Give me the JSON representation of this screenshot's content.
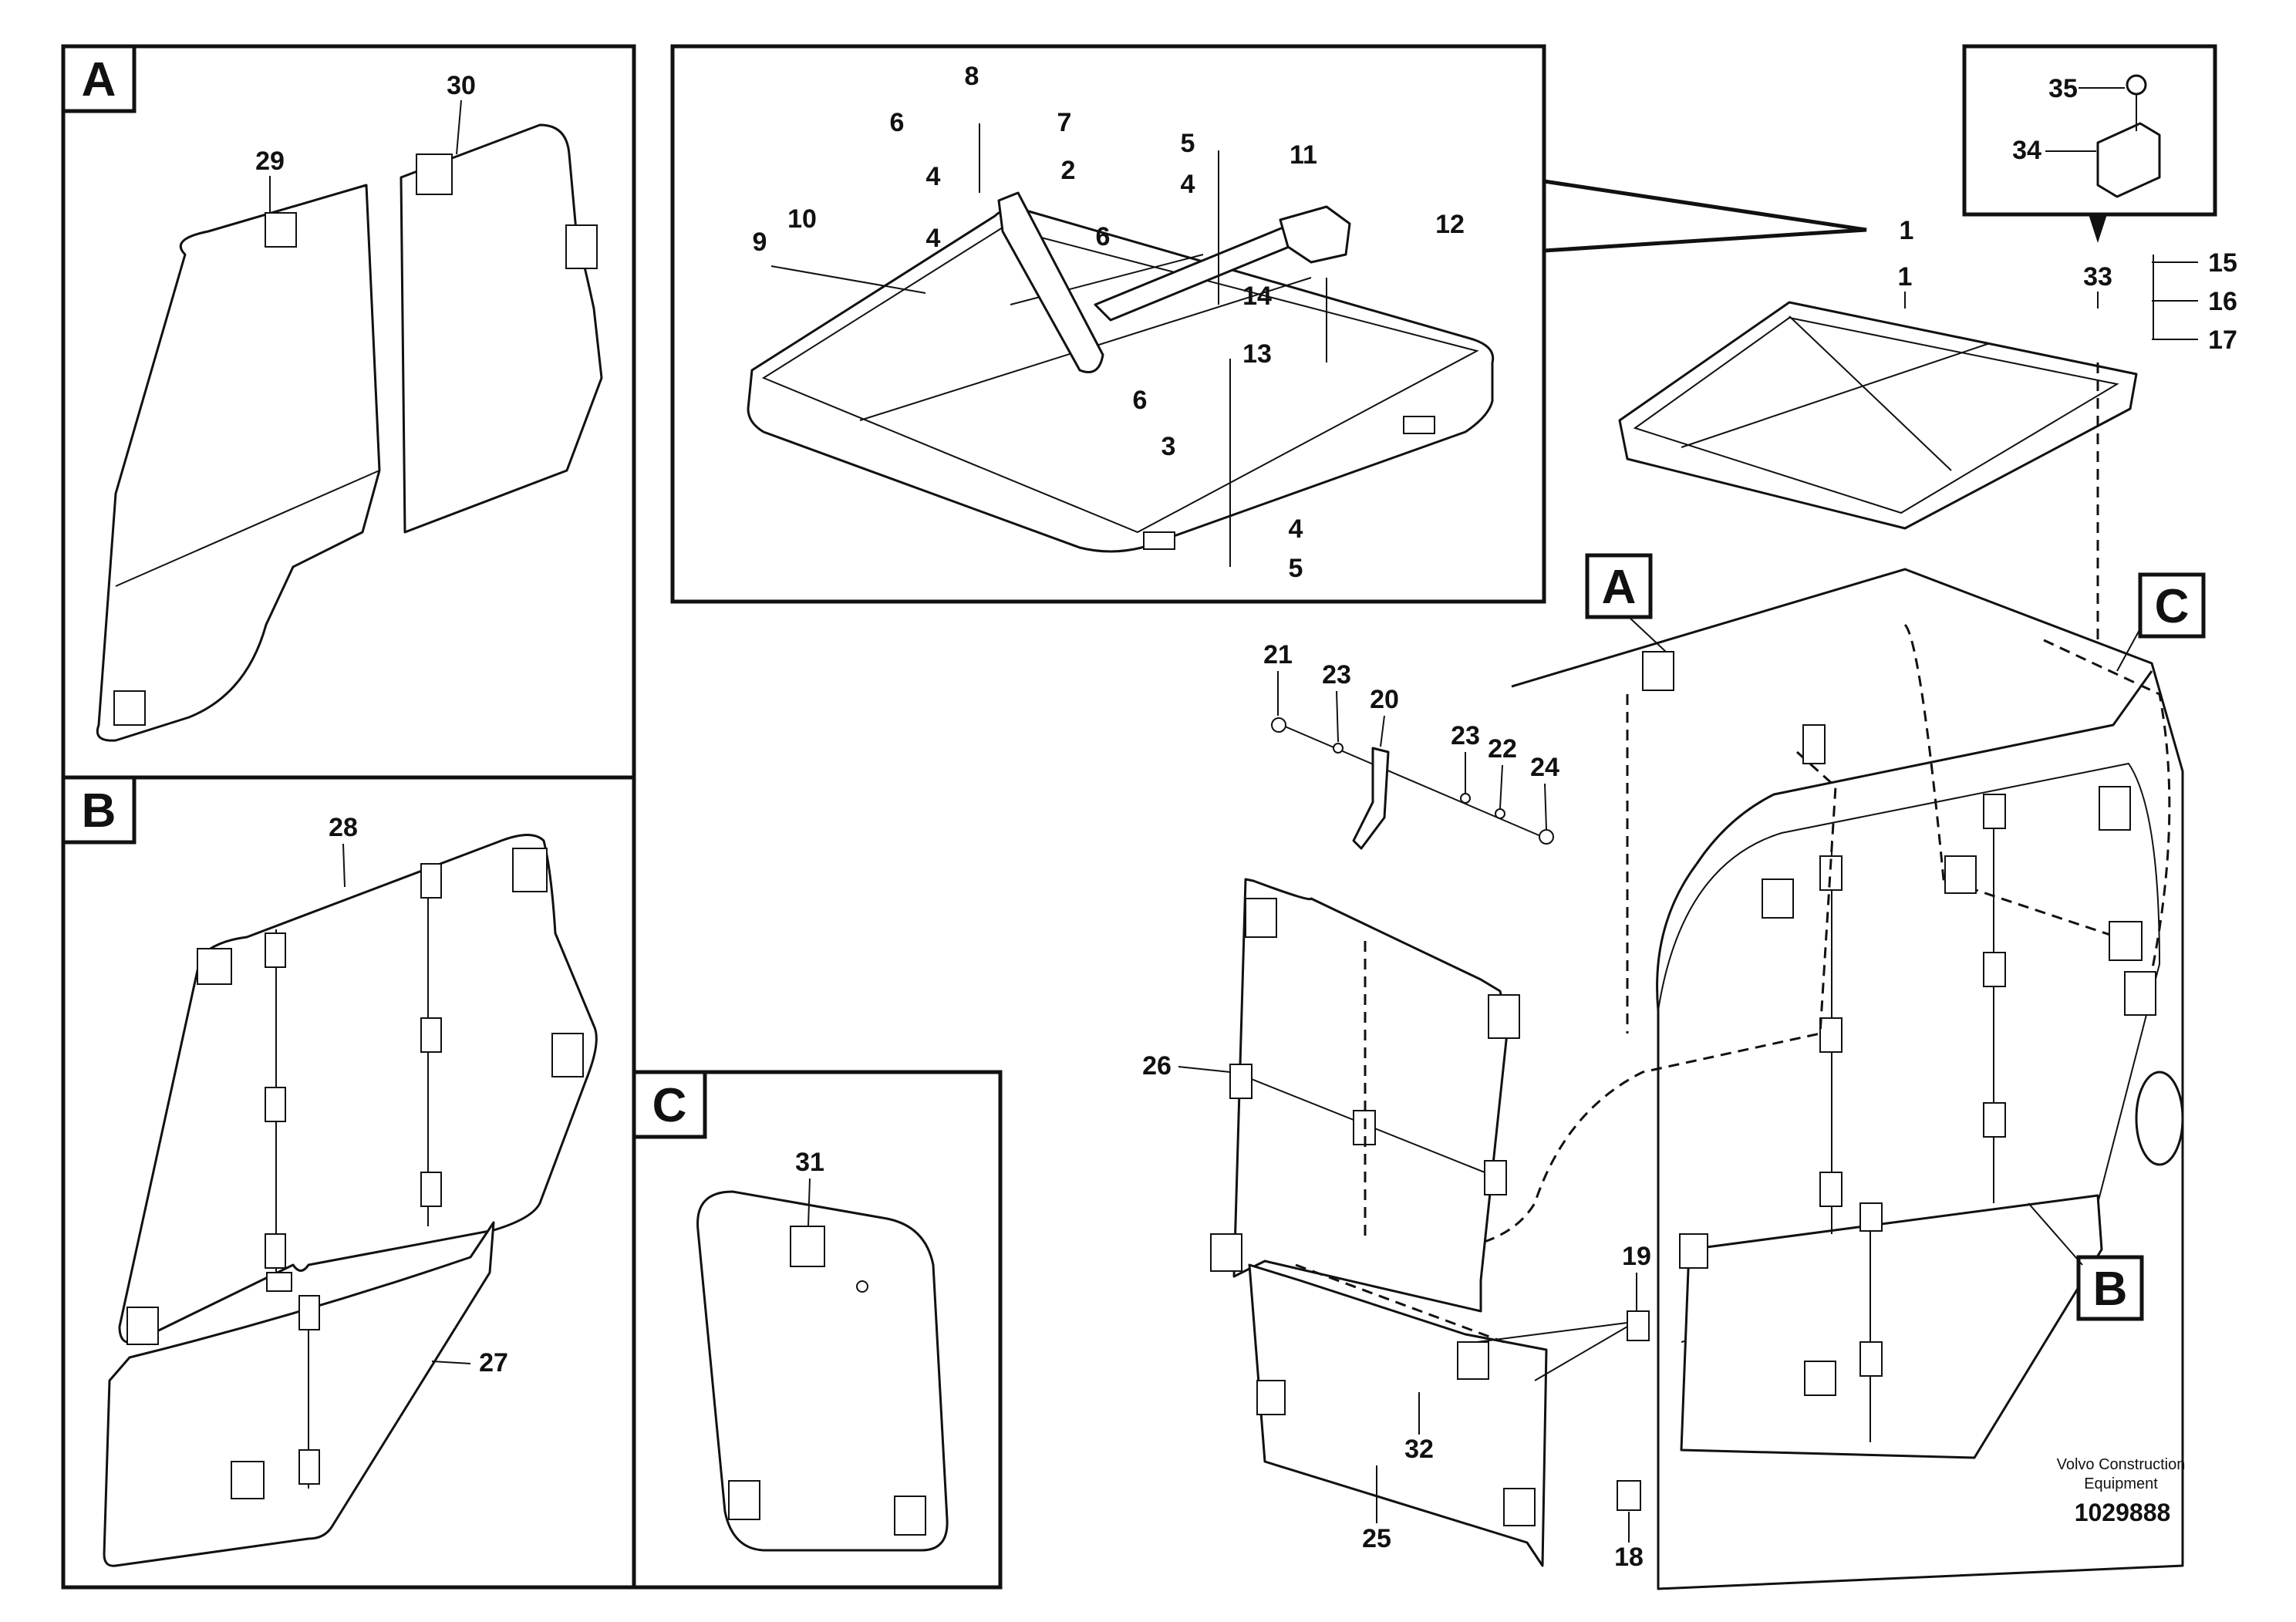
{
  "panels": {
    "a": {
      "letter": "A"
    },
    "b": {
      "letter": "B"
    },
    "c": {
      "letter": "C"
    }
  },
  "callouts": {
    "main_a": "A",
    "main_b": "B",
    "main_c": "C"
  },
  "labels": {
    "p1": "1",
    "p2": "2",
    "p3": "3",
    "p4a": "4",
    "p4b": "4",
    "p4c": "4",
    "p4d": "4",
    "p5a": "5",
    "p5b": "5",
    "p6a": "6",
    "p6b": "6",
    "p6c": "6",
    "p7": "7",
    "p8": "8",
    "p9": "9",
    "p10": "10",
    "p11": "11",
    "p12": "12",
    "p13": "13",
    "p14": "14",
    "p1b": "1",
    "p15": "15",
    "p16": "16",
    "p17": "17",
    "p18": "18",
    "p19": "19",
    "p20": "20",
    "p21": "21",
    "p22": "22",
    "p23a": "23",
    "p23b": "23",
    "p24": "24",
    "p25": "25",
    "p26": "26",
    "p27": "27",
    "p28": "28",
    "p29": "29",
    "p30": "30",
    "p31": "31",
    "p32": "32",
    "p33": "33",
    "p34": "34",
    "p35": "35"
  },
  "credit": {
    "line1": "Volvo Construction",
    "line2": "Equipment",
    "doc_number": "1029888"
  }
}
